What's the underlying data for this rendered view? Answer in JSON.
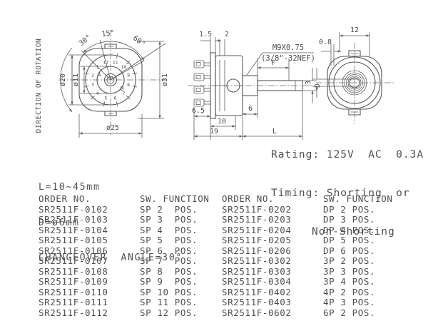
{
  "drawing": {
    "front_view": {
      "direction_label": "DIRECTION  OF  ROTATION",
      "angle_30": "30°",
      "angle_15": "15°",
      "angle_60": "60°",
      "dia_20": "ø20",
      "dia_11": "ø11",
      "dia_31": "ø31",
      "dia_25": "ø25",
      "terminal_a": "A",
      "terminal_b": "B",
      "terminals": [
        "1",
        "2",
        "3",
        "4",
        "5",
        "6",
        "7",
        "8",
        "9",
        "10",
        "11",
        "12"
      ]
    },
    "side_view": {
      "dim_plate": "1.5",
      "dim_wafer": "2",
      "thread_metric": "M9X0.75",
      "thread_unified": "(3/8\"-32NEF)",
      "dim_flat": "F",
      "dim_shaft_dia": "D",
      "dim_lug": "6.5",
      "dim_ten": "10",
      "dim_depth": "19",
      "dim_bushing": "6",
      "dim_length": "L"
    },
    "rear_view": {
      "dim_twelve": "12",
      "dim_tab": "0.8",
      "dim_flat_width": "3"
    }
  },
  "specs": {
    "rating": "Rating: 125V  AC  0.3A",
    "timing_1": "Timing: Shorting  or",
    "timing_2": "Non-Shorting",
    "shaft_length": "L=10~45mm",
    "shaft_dia": "D=ø6mm",
    "changeover": "CHANGEOVER  ANGLE=30°"
  },
  "table": {
    "headers": [
      "ORDER NO.",
      "SW. FUNCTION",
      "ORDER NO.",
      "SW. FUNCTION"
    ],
    "rows": [
      [
        "SR2511F-0102",
        "SP 2  POS.",
        "SR2511F-0202",
        "DP 2 POS."
      ],
      [
        "SR2511F-0103",
        "SP 3  POS.",
        "SR2511F-0203",
        "DP 3 POS."
      ],
      [
        "SR2511F-0104",
        "SP 4  POS.",
        "SR2511F-0204",
        "DP 4 POS."
      ],
      [
        "SR2511F-0105",
        "SP 5  POS.",
        "SR2511F-0205",
        "DP 5 POS."
      ],
      [
        "SR2511F-0106",
        "SP 6  POS.",
        "SR2511F-0206",
        "DP 6 POS."
      ],
      [
        "SR2511F-0107",
        "SP 7  POS.",
        "SR2511F-0302",
        "3P 2 POS."
      ],
      [
        "SR2511F-0108",
        "SP 8  POS.",
        "SR2511F-0303",
        "3P 3 POS."
      ],
      [
        "SR2511F-0109",
        "SP 9  POS.",
        "SR2511F-0304",
        "3P 4 POS."
      ],
      [
        "SR2511F-0110",
        "SP 10 POS.",
        "SR2511F-0402",
        "4P 2 POS."
      ],
      [
        "SR2511F-0111",
        "SP 11 POS.",
        "SR2511F-0403",
        "4P 3 POS."
      ],
      [
        "SR2511F-0112",
        "SP 12 POS.",
        "SR2511F-0602",
        "6P 2 POS."
      ]
    ]
  },
  "colors": {
    "ink": "#4f4f4f",
    "line": "#565656",
    "background": "#ffffff"
  }
}
